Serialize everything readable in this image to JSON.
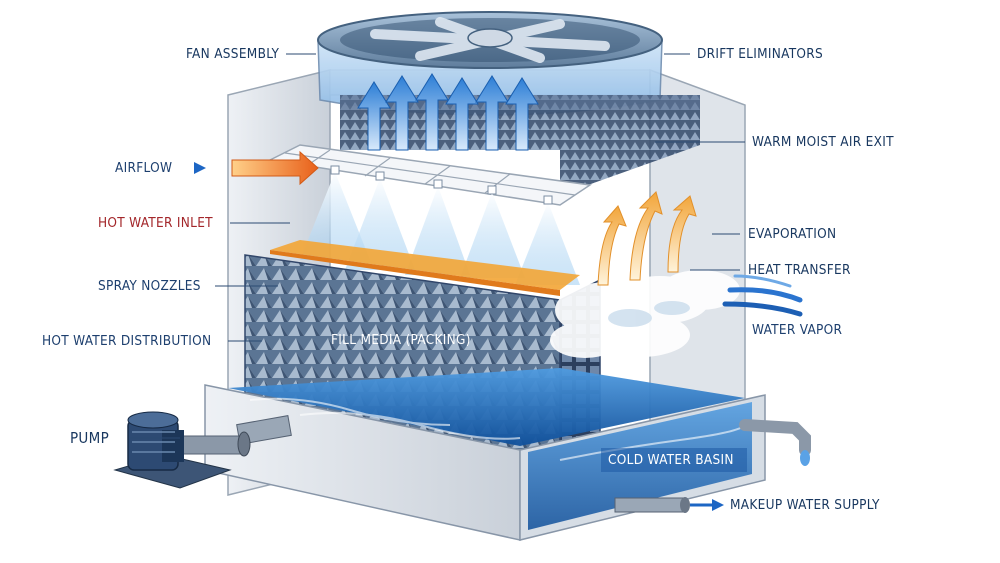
{
  "labels": {
    "fan_assembly": "FAN ASSEMBLY",
    "drift_eliminators": "DRIFT ELIMINATORS",
    "airflow": "AIRFLOW",
    "warm_moist_air_exit": "WARM MOIST AIR EXIT",
    "hot_water_inlet": "HOT WATER INLET",
    "evaporation": "EVAPORATION",
    "heat_transfer": "HEAT TRANSFER",
    "spray_nozzles": "SPRAY NOZZLES",
    "water_vapor": "WATER VAPOR",
    "hot_water_distribution": "HOT WATER DISTRIBUTION",
    "fill_media": "FILL MEDIA (PACKING)",
    "pump": "PUMP",
    "cold_water_basin": "COLD WATER BASIN",
    "makeup_water_supply": "MAKEUP WATER SUPPLY"
  },
  "colors": {
    "label_text": "#1d3f6e",
    "hot_inlet_text": "#a3262a",
    "water": "#1f6fbf",
    "hot_air": "#f08a1e",
    "structure": "#d9dee5"
  }
}
